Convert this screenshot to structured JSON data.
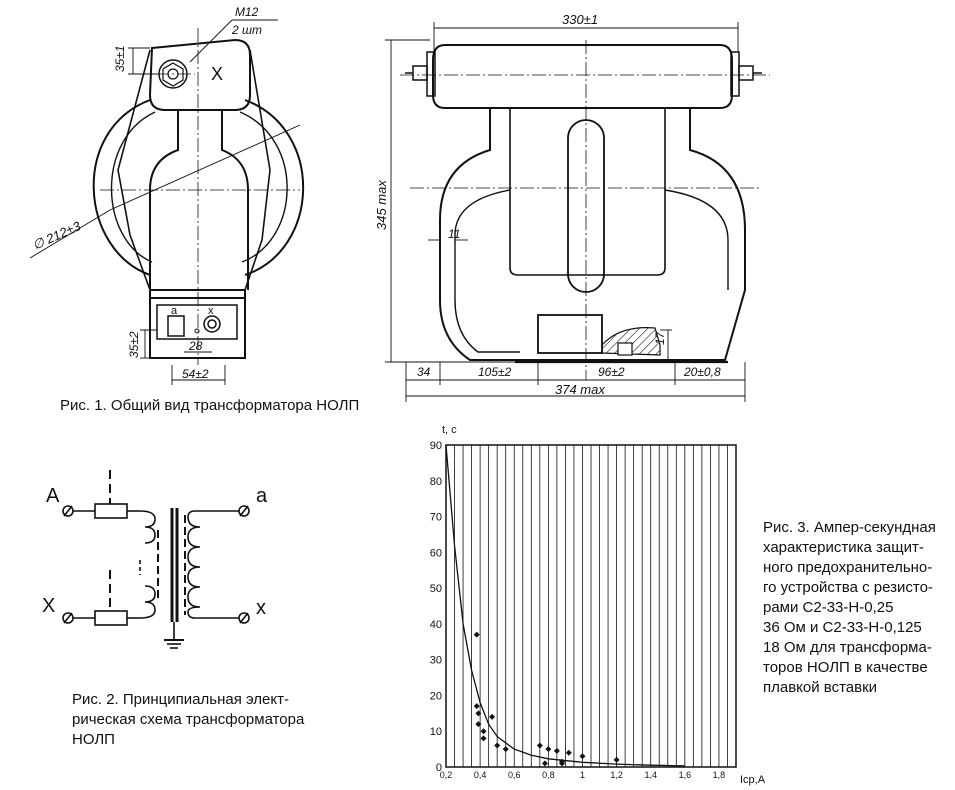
{
  "fig1": {
    "caption": "Рис. 1. Общий вид трансформатора НОЛП",
    "dim_m12": "М12",
    "dim_2sht": "2 шт",
    "dim_35_top": "35±1",
    "dim_dia": "∅ 212±3",
    "dim_35_bottom": "35±2",
    "dim_28": "28",
    "dim_54": "54±2",
    "dim_330": "330±1",
    "dim_345": "345 max",
    "dim_11": "11",
    "dim_17": "17",
    "dim_34": "34",
    "dim_105": "105±2",
    "dim_96": "96±2",
    "dim_20": "20±0,8",
    "dim_374": "374 max",
    "terminal_a": "a",
    "terminal_x": "x",
    "mark_x": "X"
  },
  "fig2": {
    "caption": "Рис. 2. Принципиальная элект-\nрическая схема трансформатора\nНОЛП",
    "label_A": "A",
    "label_X": "X",
    "label_a": "a",
    "label_x": "x"
  },
  "fig3": {
    "caption": "Рис. 3. Ампер-секундная\nхарактеристика защит-\nного предохранительно-\nго устройства с резисто-\nрами С2-33-Н-0,25\n36 Ом и С2-33-Н-0,125\n18 Ом для трансформа-\nторов НОЛП в качестве\nплавкой вставки",
    "ylabel": "t, c",
    "xlabel": "Iср,A"
  },
  "chart_data": {
    "type": "scatter",
    "xlabel": "Iср,A",
    "ylabel": "t, c",
    "xlim": [
      0.2,
      1.9
    ],
    "ylim": [
      0,
      90
    ],
    "x_ticks": [
      "0,2",
      "0,4",
      "0,6",
      "0,8",
      "1",
      "1,2",
      "1,4",
      "1,6",
      "1,8"
    ],
    "y_ticks": [
      "0",
      "10",
      "20",
      "30",
      "40",
      "50",
      "60",
      "70",
      "80",
      "90"
    ],
    "grid": "vertical",
    "series": [
      {
        "kind": "points",
        "x": [
          0.38,
          0.38,
          0.39,
          0.39,
          0.42,
          0.42,
          0.47,
          0.5,
          0.55,
          0.75,
          0.8,
          0.85,
          0.92,
          0.78,
          0.88,
          1.0,
          1.2,
          0.88
        ],
        "y": [
          37,
          17,
          15,
          12,
          10,
          8,
          14,
          6,
          5,
          6,
          5,
          4.5,
          4,
          1,
          1,
          3,
          2,
          1.5
        ]
      },
      {
        "kind": "curve",
        "x": [
          0.2,
          0.25,
          0.3,
          0.35,
          0.4,
          0.45,
          0.5,
          0.6,
          0.7,
          0.8,
          1.0,
          1.2,
          1.4,
          1.6
        ],
        "y": [
          90,
          62,
          40,
          27,
          18,
          12,
          8.5,
          5,
          3.3,
          2.3,
          1.3,
          0.8,
          0.5,
          0.3
        ]
      }
    ]
  }
}
